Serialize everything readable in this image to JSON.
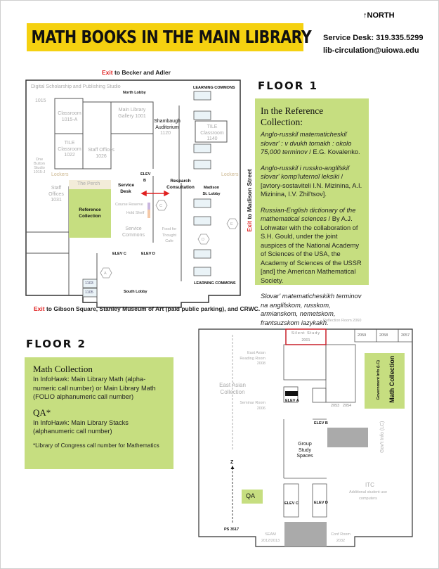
{
  "header": {
    "title": "MATH BOOKS IN THE MAIN LIBRARY",
    "north_label": "NORTH",
    "service_desk": "Service Desk: 319.335.5299",
    "email": "lib-circulation@uiowa.edu"
  },
  "floor1": {
    "heading": "FLOOR 1",
    "exit_word": "Exit",
    "exit_top": "to Becker and Adler",
    "exit_bottom": "to Gibson Square, Stanley Museum of Art (paid public parking), and CRWC.",
    "exit_right": "to Madison Street",
    "labels": {
      "digital": "Digital Scholarship and Publishing Studio",
      "digital_num": "1015",
      "north_lobby": "North Lobby",
      "learning_commons_top": "LEARNING COMMONS",
      "classroom_1015a": "Classroom 1015-A",
      "gallery": "Main Library Gallery 1001",
      "shambaugh": "Shambaugh Auditorium",
      "shambaugh_num": "1120",
      "tile_1140": "TILE Classroom 1140",
      "tile_1022": "TILE Classroom 1022",
      "staff_1026": "Staff Offices 1026",
      "one_button": "One Button Studio 1015-J",
      "lockers_left": "Lockers",
      "lockers_right": "Lockers",
      "staff_1031": "Staff Offices 1031",
      "perch": "The Perch",
      "elev_b": "ELEV B",
      "service_desk": "Service Desk",
      "research": "Research Consultation",
      "madison_lobby": "Madison St. Lobby",
      "reference": "Reference Collection",
      "course_reserve": "Course Reserve",
      "hold_shelf": "Hold Shelf",
      "service_commons": "Service Commons",
      "food": "Food for Thought Cafe",
      "elev_c": "ELEV C",
      "elev_d": "ELEV D",
      "south_lobby": "South Lobby",
      "room_1103": "1103",
      "room_1105": "1105",
      "learning_commons_bottom": "LEARNING COMMONS",
      "hex_a": "A",
      "hex_c": "C",
      "hex_d": "D",
      "hex_e": "E"
    },
    "reference_collection": {
      "heading": "In the Reference Collection:",
      "items": [
        {
          "title": "Anglo-russkiĭ matematicheskiĭ slovarʹ : v dvukh tomakh : okolo 75,000 terminov",
          "rest": " / E.G. Kovalenko."
        },
        {
          "title": "Anglo-russkiĭ i russko-angliĭskiĭ slovarʹ kompʹiuternoĭ leksiki",
          "rest": " / [avtory-sostaviteli I.N. Mizinina, A.I. Mizinina, I.V. Zhilʹtsov]."
        },
        {
          "title": "Russian-English dictionary of the mathematical sciences",
          "rest": " / By A.J. Lohwater with the collaboration of S.H. Gould, under the joint auspices of the National Academy of Sciences of the USA, the Academy of Sciences of the USSR [and] the American Mathematical Society."
        },
        {
          "title": "Slovarʹ matematicheskikh terminov na angliĭskom, russkom, armianskom, nemetskom, frantsuzskom iazykakh.",
          "rest": ""
        }
      ]
    }
  },
  "floor2": {
    "heading": "FLOOR 2",
    "math_collection": {
      "heading": "Math Collection",
      "text": "In InfoHawk:  Main Library Math (alpha-numeric call number) or Main Library Math (FOLIO alphanumeric call number)"
    },
    "qa": {
      "heading": "QA*",
      "text": "In InfoHawk:  Main Library Stacks (alphanumeric call number)"
    },
    "footnote": "*Library of Congress call number for Mathematics",
    "labels": {
      "reflection": "Reflection Room 2060",
      "silent": "Silent Study",
      "silent_num": "2001",
      "r2059": "2059",
      "r2058": "2058",
      "r2057": "2057",
      "ea_reading": "East Asian Reading Room 2008",
      "ea_collection": "East Asian Collection",
      "seminar": "Seminar Room 2006",
      "elev_a": "ELEV A",
      "r2053": "2053",
      "r2054": "2054",
      "gov_info": "Government Info (LC)",
      "math_collection": "Math Collection",
      "elev_b": "ELEV B",
      "govt_info": "Gov't Info (LC)",
      "group_study": "Group Study Spaces",
      "z": "Z",
      "qa": "QA",
      "itc": "ITC",
      "itc_sub": "Additional student use computers",
      "elev_c": "ELEV C",
      "elev_d": "ELEV D",
      "ps": "PS 3517",
      "seam": "SEAM 2012/2013",
      "conf": "Conf Room 2032"
    }
  },
  "colors": {
    "banner": "#f5d110",
    "green": "#c6de80",
    "exit": "#e02020",
    "silent_study": "#c8202a"
  }
}
